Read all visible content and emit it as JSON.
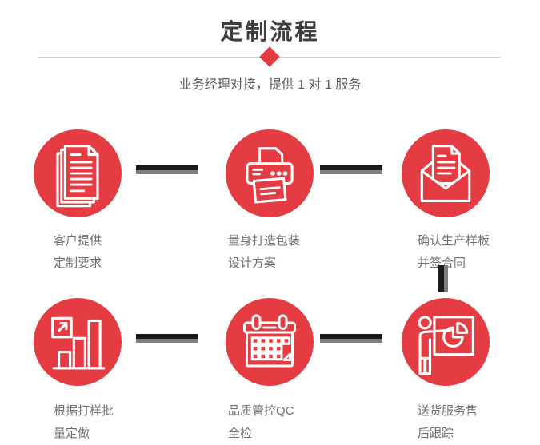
{
  "header": {
    "title": "定制流程",
    "subtitle": "业务经理对接，提供 1 对 1 服务"
  },
  "colors": {
    "accent": "#e53c43",
    "connector_dark": "#1b1b1b",
    "connector_gray": "#7f7f7f",
    "divider": "#cccccc"
  },
  "steps": [
    {
      "icon": "documents-icon",
      "label_line1": "客户提供",
      "label_line2": "定制要求"
    },
    {
      "icon": "printer-icon",
      "label_line1": "量身打造包装",
      "label_line2": "设计方案"
    },
    {
      "icon": "envelope-icon",
      "label_line1": "确认生产样板",
      "label_line2": "并签合同"
    },
    {
      "icon": "bar-chart-icon",
      "label_line1": "根据打样批",
      "label_line2": "量定做"
    },
    {
      "icon": "calendar-icon",
      "label_line1": "品质管控QC",
      "label_line2": "全检"
    },
    {
      "icon": "presentation-icon",
      "label_line1": "送货服务售",
      "label_line2": "后跟踪"
    }
  ]
}
